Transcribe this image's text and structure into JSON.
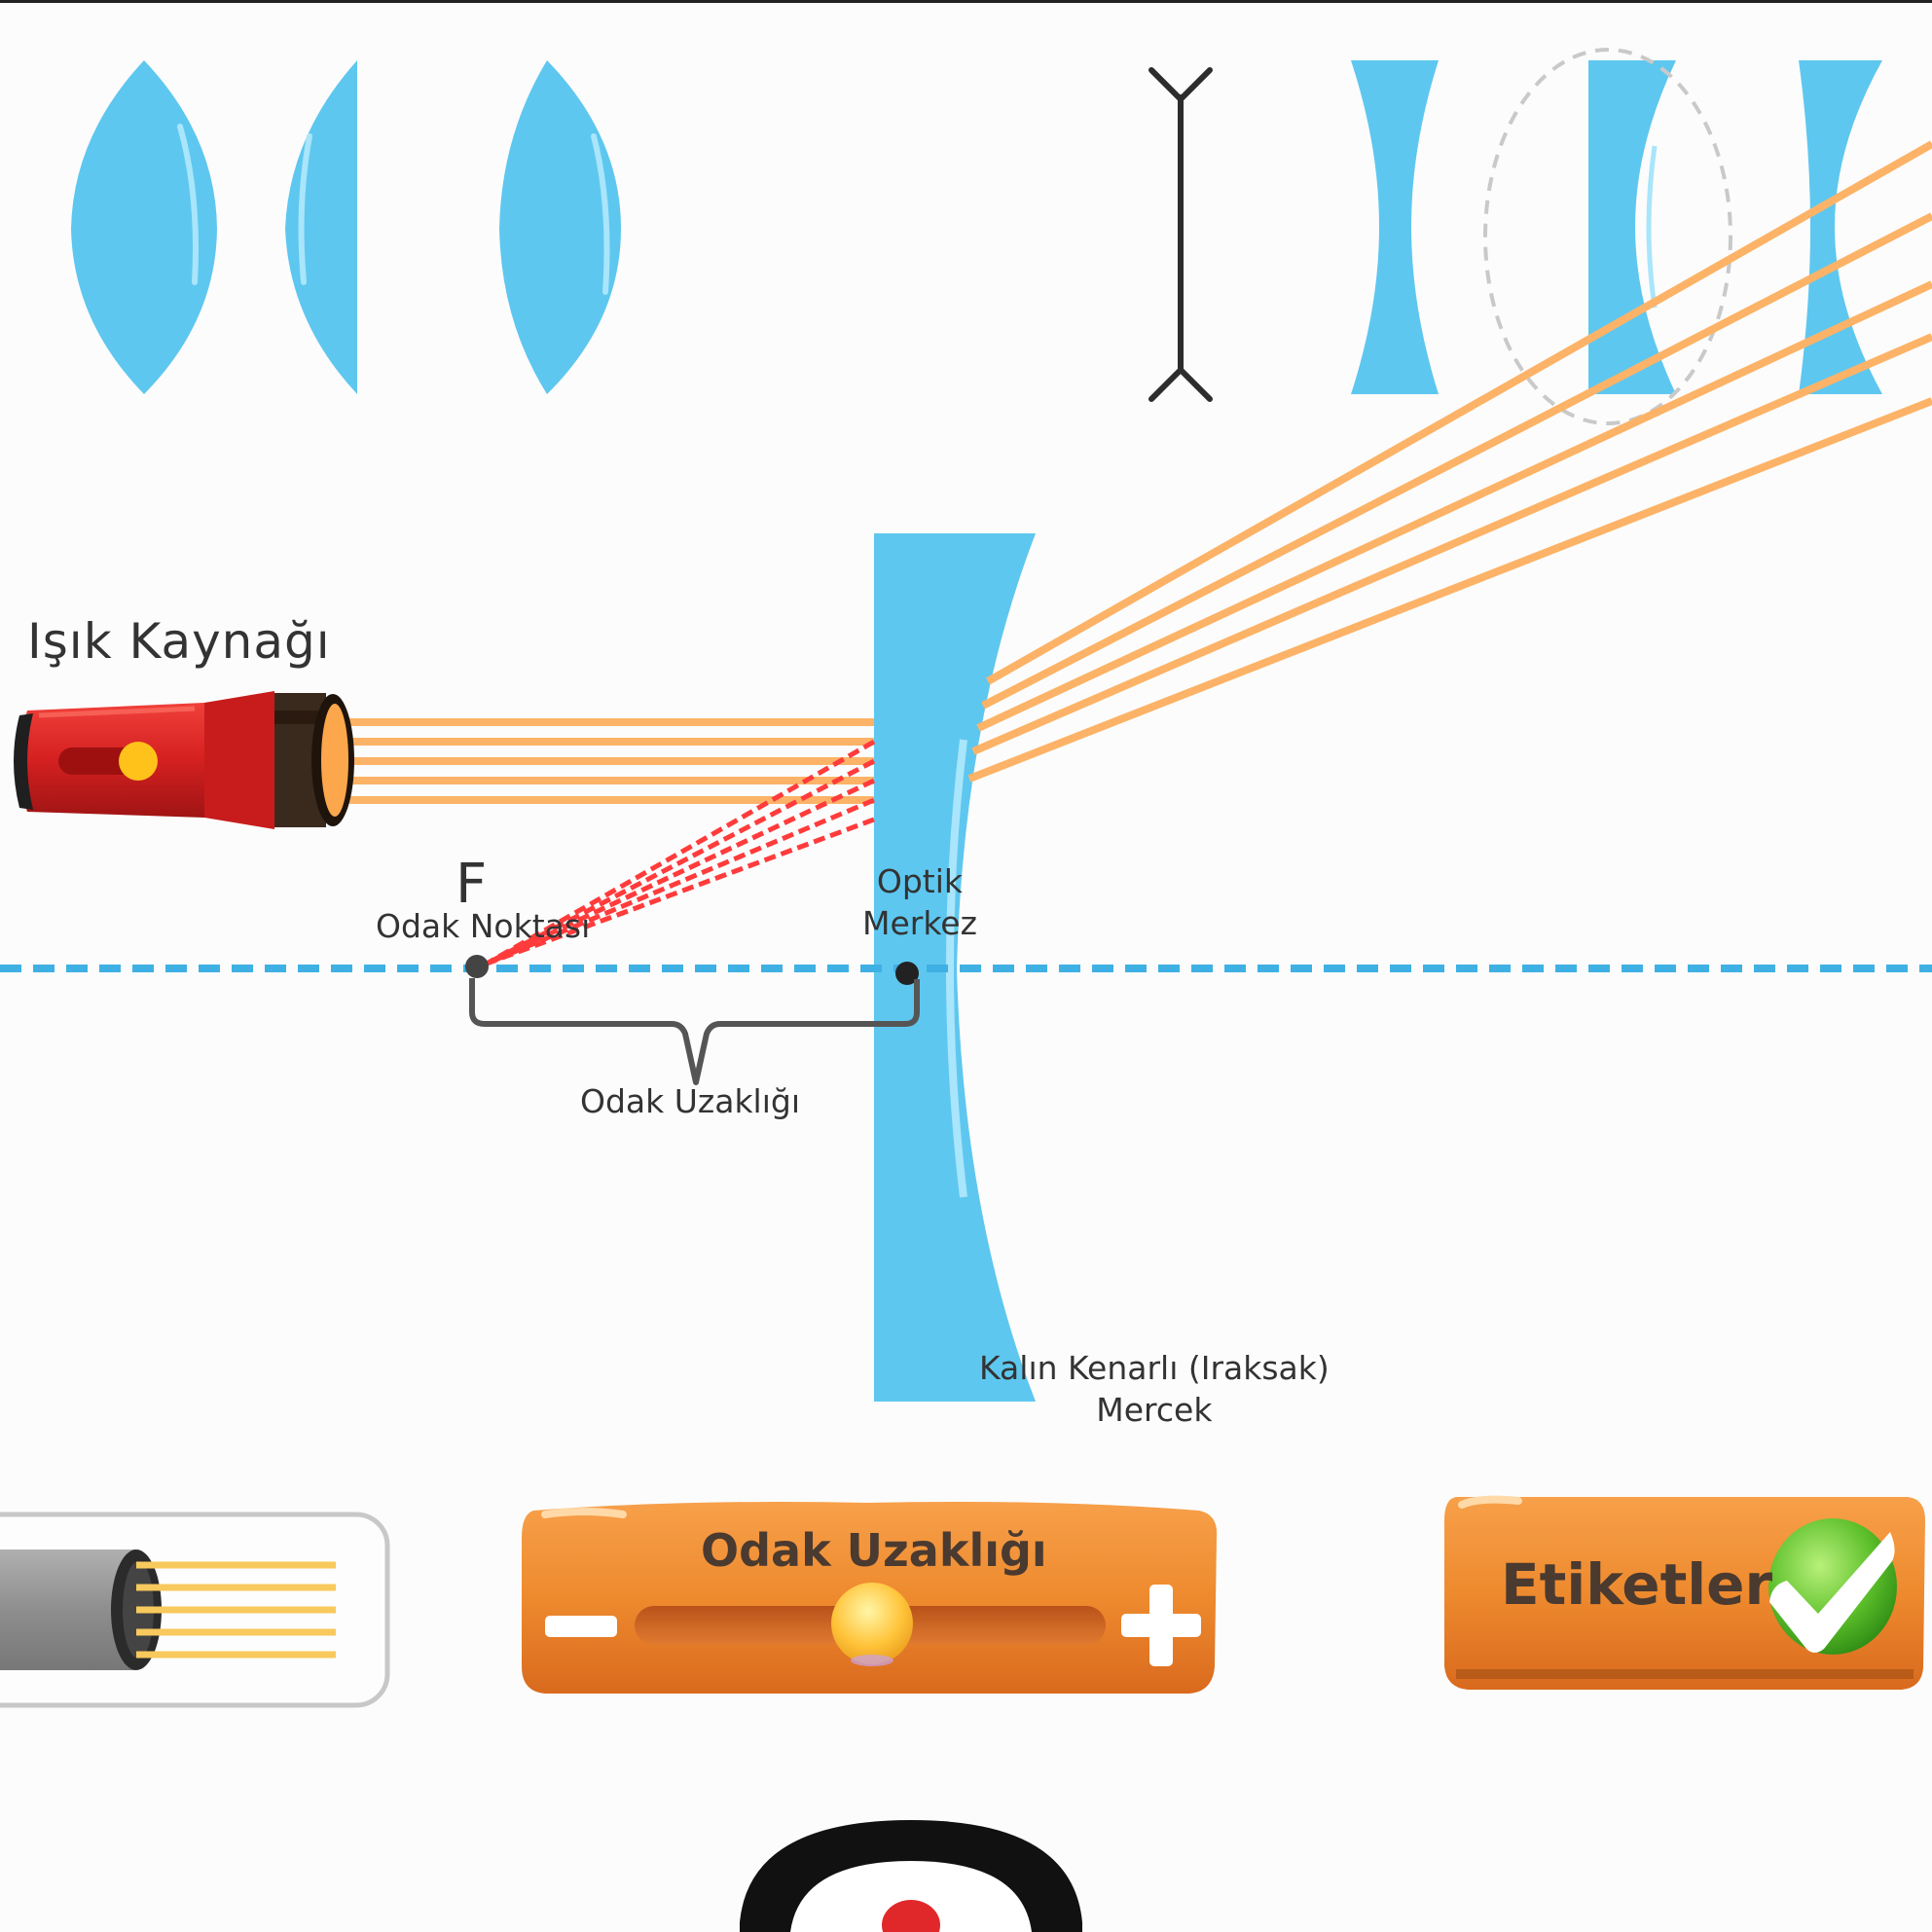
{
  "light_source": {
    "title": "Işık Kaynağı"
  },
  "diagram": {
    "focal_letter": "F",
    "focal_point_label": "Odak Noktası",
    "optic_center_label": "Optik\nMerkez",
    "focal_length_label": "Odak Uzaklığı",
    "lens_name_label": "Kalın Kenarlı (Iraksak)\nMercek"
  },
  "controls": {
    "slider_title": "Odak Uzaklığı",
    "slider_value": 0.5,
    "minus_icon": "minus-icon",
    "plus_icon": "plus-icon",
    "labels_button": "Etiketler",
    "labels_checked": true,
    "check_icon": "checkmark-icon"
  },
  "lens_palette": {
    "convex_count": 3,
    "concave_count": 3,
    "selected": "concave-2"
  },
  "colors": {
    "lens": "#5ec7ef",
    "ray": "#fcb367",
    "virtual_ray": "#ff3b3b",
    "axis": "#3fb0e3",
    "button": "#ee8a2e"
  }
}
